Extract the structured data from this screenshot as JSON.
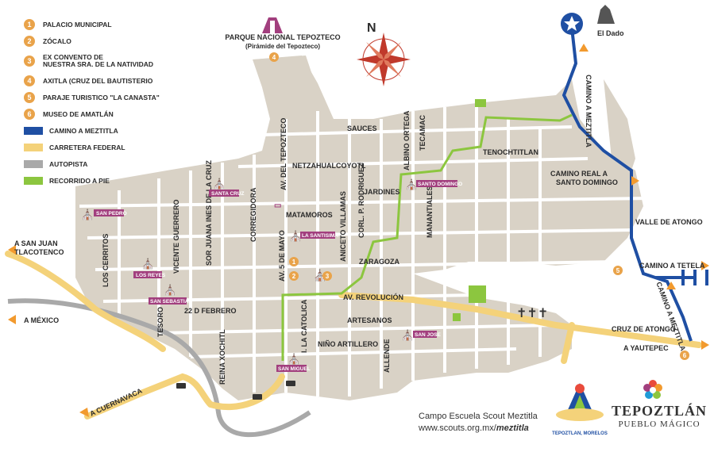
{
  "legend": {
    "items": [
      {
        "num": "1",
        "label": "PALACIO MUNICIPAL"
      },
      {
        "num": "2",
        "label": "ZÓCALO"
      },
      {
        "num": "3",
        "label": "EX CONVENTO DE\nNUESTRA SRA. DE LA NATIVIDAD"
      },
      {
        "num": "4",
        "label": "AXITLA (CRUZ DEL BAUTISTERIO"
      },
      {
        "num": "5",
        "label": "PARAJE TURISTICO \"LA CANASTA\""
      },
      {
        "num": "6",
        "label": "MUSEO DE AMATLÁN"
      }
    ],
    "routes": [
      {
        "label": "CAMINO A MEZTITLA",
        "color": "#1f4fa3"
      },
      {
        "label": "CARRETERA FEDERAL",
        "color": "#f4d27a"
      },
      {
        "label": "AUTOPISTA",
        "color": "#a9a9a9"
      },
      {
        "label": "RECORRIDO A PIE",
        "color": "#8cc63f"
      }
    ]
  },
  "park": {
    "title": "PARQUE NACIONAL TEPOZTECO",
    "subtitle": "(Pirámide del Tepozteco)"
  },
  "compass": {
    "north": "N"
  },
  "landmark": {
    "label": "El Dado"
  },
  "streets": {
    "sauces": "SAUCES",
    "netza": "NETZAHUALCOYOTL",
    "tenochtitlan": "TENOCHTITLAN",
    "jardines": "JARDINES",
    "matamoros": "MATAMOROS",
    "zaragoza": "ZARAGOZA",
    "revolucion": "AV. REVOLUCIÓN",
    "artesanos": "ARTESANOS",
    "nino": "NIÑO ARTILLERO",
    "febrero": "22 D FEBRERO",
    "cruz_atongo": "CRUZ DE ATONGO",
    "valle_atongo": "VALLE DE ATONGO",
    "camino_sd": "CAMINO REAL A\nSANTO DOMINGO",
    "camino_tetela": "CAMINO A TETELA",
    "a_yautepec": "A YAUTEPEC",
    "a_mexico": "A MÉXICO",
    "a_cuernavaca": "A CUERNAVACA",
    "a_sanjuan": "A SAN JUAN\nTLACOTENCO",
    "tepozteco": "AV. DEL TEPOZTECO",
    "albino": "ALBINO ORTEGA",
    "tecamac": "TECAMAC",
    "rodriguez": "CORL. P. RODRIGUEZ",
    "villamas": "ANICETO VILLAMAS",
    "manantiales": "MANANTIALES",
    "corregidora": "CORREGIDORA",
    "sorjuana": "SOR JUANA INES DE LA CRUZ",
    "vicente": "VICENTE GUERRERO",
    "cerritos": "LOS CERRITOS",
    "tesoro": "TESORO",
    "reina": "REINA XOCHITL",
    "cinco_mayo": "AV. 5 DE MAYO",
    "catolica": "I. LA CATOLICA",
    "allende": "ALLENDE",
    "meztitla1": "CAMINO A MEZTITLA",
    "meztitla2": "CAMINO A MEZTITLA"
  },
  "churches": {
    "santa_cruz": "SANTA CRUZ",
    "san_pedro": "SAN PEDRO",
    "los_reyes": "LOS REYES",
    "san_sebastian": "SAN SEBASTIAN",
    "la_santisima": "LA SANTISIMA",
    "santo_domingo": "SANTO DOMINGO",
    "san_jose": "SAN JOSE",
    "san_miguel": "SAN MIGUEL"
  },
  "markers": {
    "m1": "1",
    "m2": "2",
    "m3": "3",
    "m4": "4",
    "m5": "5",
    "m6": "6"
  },
  "footer": {
    "line1": "Campo Escuela Scout Meztitla",
    "line2_prefix": "www.scouts.org.mx/",
    "line2_bold": "meztitla"
  },
  "branding": {
    "pueblo_title": "TEPOZTLÁN",
    "pueblo_sub": "PUEBLO MÁGICO",
    "scout_sub": "TEPOZTLAN, MORELOS"
  },
  "colors": {
    "block": "#d9d2c6",
    "meztitla": "#1f4fa3",
    "carretera": "#f4d27a",
    "autopista": "#a9a9a9",
    "walk": "#8cc63f",
    "marker": "#e9a34a",
    "church": "#a23f7e"
  }
}
